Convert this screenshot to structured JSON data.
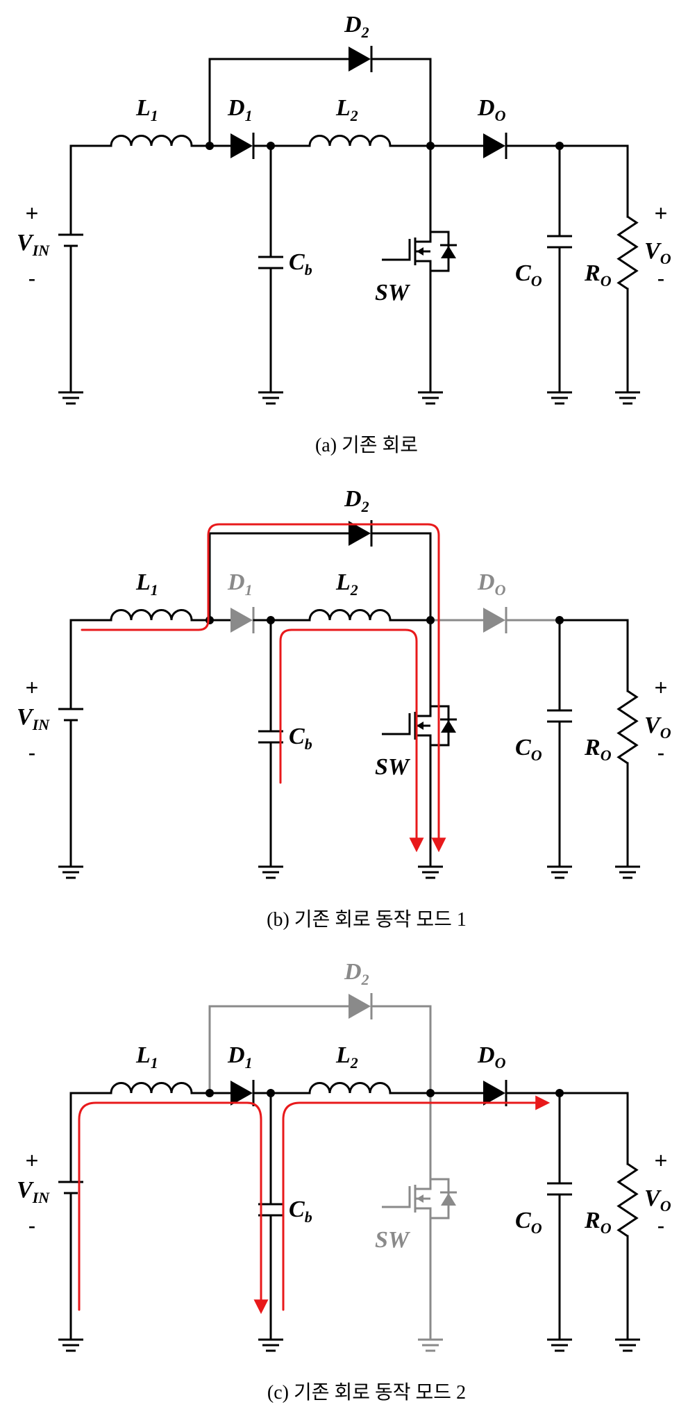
{
  "colors": {
    "active": "#000000",
    "inactive": "#8a8a8a",
    "current_path": "#e8191b"
  },
  "components": {
    "L1": {
      "main": "L",
      "sub": "1"
    },
    "L2": {
      "main": "L",
      "sub": "2"
    },
    "D1": {
      "main": "D",
      "sub": "1"
    },
    "D2": {
      "main": "D",
      "sub": "2"
    },
    "Do": {
      "main": "D",
      "sub": "O"
    },
    "Cb": {
      "main": "C",
      "sub": "b"
    },
    "Co": {
      "main": "C",
      "sub": "O"
    },
    "Ro": {
      "main": "R",
      "sub": "O"
    },
    "Vin": {
      "main": "V",
      "sub": "IN"
    },
    "Vo": {
      "main": "V",
      "sub": "O"
    },
    "SW": {
      "main": "SW"
    },
    "plus": "+",
    "minus": "-"
  },
  "panels": [
    {
      "caption": "(a) 기존 회로",
      "inactive": []
    },
    {
      "caption": "(b) 기존 회로 동작 모드 1",
      "inactive": [
        "D1",
        "Do"
      ]
    },
    {
      "caption": "(c) 기존 회로 동작 모드 2",
      "inactive": [
        "D2",
        "SW"
      ]
    }
  ]
}
